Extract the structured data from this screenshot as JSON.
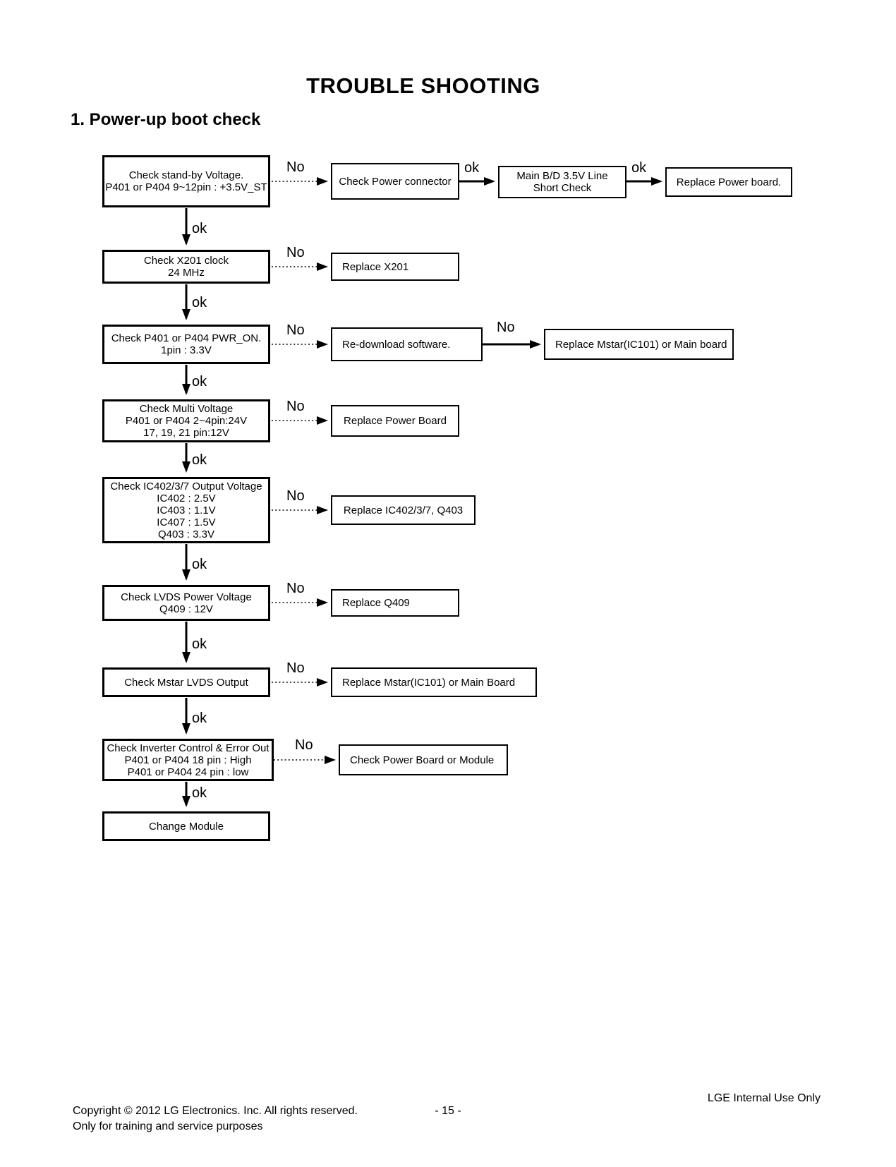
{
  "page": {
    "title": "TROUBLE SHOOTING",
    "section": "1. Power-up boot check"
  },
  "labels": {
    "ok": "ok",
    "no": "No"
  },
  "flow": {
    "standby": {
      "lines": [
        "Check stand-by Voltage.",
        "P401 or P404 9~12pin : +3.5V_ST"
      ]
    },
    "power_connector": {
      "label": "Check Power connector"
    },
    "main_bd_short": {
      "lines": [
        "Main B/D 3.5V Line",
        "Short Check"
      ]
    },
    "replace_power_board_1": {
      "label": "Replace Power board."
    },
    "x201": {
      "lines": [
        "Check X201 clock",
        "24 MHz"
      ]
    },
    "replace_x201": {
      "label": "Replace X201"
    },
    "pwr_on": {
      "lines": [
        "Check P401 or P404 PWR_ON.",
        "1pin : 3.3V"
      ]
    },
    "redownload": {
      "label": "Re-download software."
    },
    "replace_mstar_1": {
      "label": "Replace Mstar(IC101) or Main board"
    },
    "multi_voltage": {
      "lines": [
        "Check Multi Voltage",
        "P401 or P404 2~4pin:24V",
        "17, 19, 21 pin:12V"
      ]
    },
    "replace_power_board_2": {
      "label": "Replace Power Board"
    },
    "ic402": {
      "lines": [
        "Check IC402/3/7 Output Voltage",
        "IC402 : 2.5V",
        "IC403 : 1.1V",
        "IC407 : 1.5V",
        "Q403 : 3.3V"
      ]
    },
    "replace_ic402": {
      "label": "Replace IC402/3/7, Q403"
    },
    "lvds": {
      "lines": [
        "Check LVDS Power Voltage",
        "Q409 : 12V"
      ]
    },
    "replace_q409": {
      "label": "Replace Q409"
    },
    "mstar_lvds": {
      "label": "Check Mstar LVDS Output"
    },
    "replace_mstar_2": {
      "label": "Replace Mstar(IC101) or Main Board"
    },
    "inverter": {
      "lines": [
        "Check Inverter Control & Error Out",
        "P401 or P404 18 pin : High",
        "P401 or P404 24 pin : low"
      ]
    },
    "check_pb_module": {
      "label": "Check Power Board or Module"
    },
    "change_module": {
      "label": "Change Module"
    }
  },
  "footer": {
    "copyright_line1": "Copyright  © 2012  LG Electronics. Inc. All rights reserved.",
    "copyright_line2": "Only for training and service purposes",
    "page_number": "- 15 -",
    "internal_note": "LGE Internal Use Only"
  },
  "colors": {
    "ink": "#000000",
    "background": "#ffffff"
  }
}
